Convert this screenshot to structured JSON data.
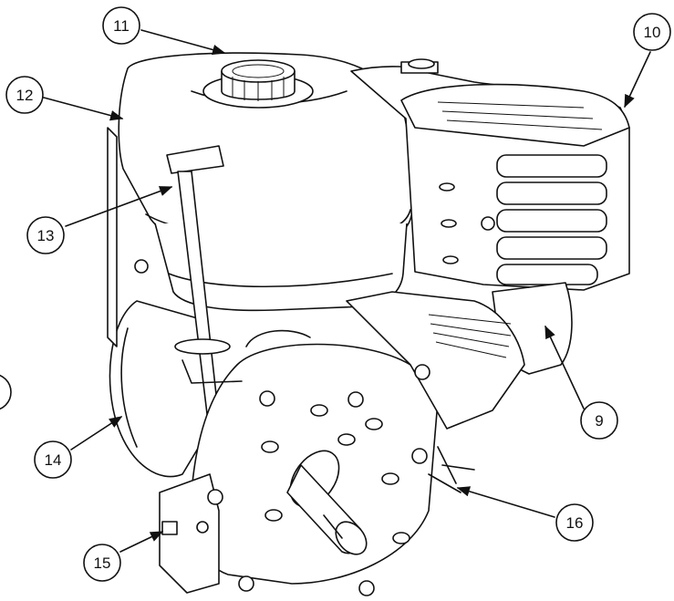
{
  "callouts": [
    {
      "number": "9",
      "part": "unlabeled"
    },
    {
      "number": "10",
      "part": "unlabeled"
    },
    {
      "number": "11",
      "part": "unlabeled"
    },
    {
      "number": "12",
      "part": "unlabeled"
    },
    {
      "number": "13",
      "part": "unlabeled"
    },
    {
      "number": "14",
      "part": "unlabeled"
    },
    {
      "number": "15",
      "part": "unlabeled"
    },
    {
      "number": "16",
      "part": "unlabeled"
    }
  ]
}
